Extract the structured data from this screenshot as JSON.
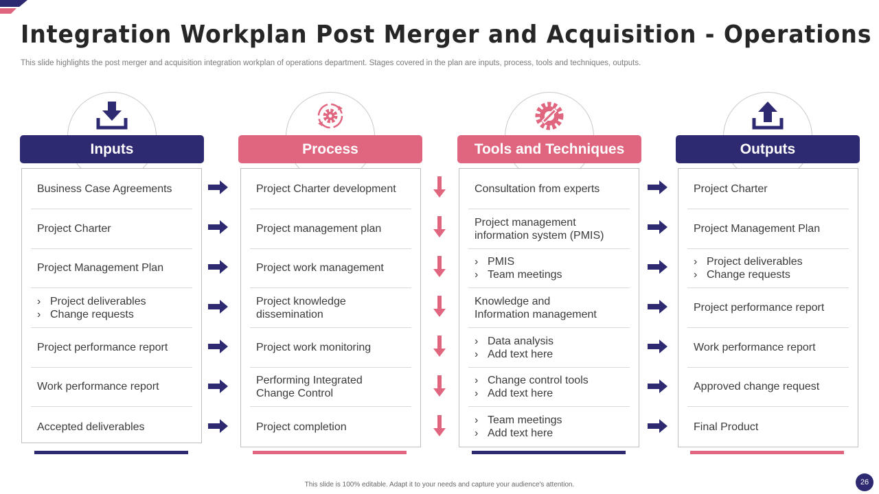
{
  "title": "Integration Workplan Post Merger and Acquisition - Operations",
  "subtitle": "This slide highlights the post merger and acquisition integration workplan of operations department. Stages covered in the plan are inputs, process, tools and techniques, outputs.",
  "colors": {
    "navy": "#2e2a72",
    "pink": "#e06680"
  },
  "columns": [
    {
      "header": "Inputs",
      "icon": "download-icon",
      "rows": [
        {
          "lines": [
            "Business Case Agreements"
          ]
        },
        {
          "lines": [
            "Project Charter"
          ]
        },
        {
          "lines": [
            "Project Management Plan"
          ]
        },
        {
          "bullets": [
            "Project deliverables",
            "Change requests"
          ]
        },
        {
          "lines": [
            "Project performance report"
          ]
        },
        {
          "lines": [
            "Work performance report"
          ]
        },
        {
          "lines": [
            "Accepted deliverables"
          ]
        }
      ]
    },
    {
      "header": "Process",
      "icon": "gear-cycle-icon",
      "rows": [
        {
          "lines": [
            "Project Charter development"
          ]
        },
        {
          "lines": [
            "Project management plan"
          ]
        },
        {
          "lines": [
            "Project work management"
          ]
        },
        {
          "lines": [
            "Project knowledge",
            "dissemination"
          ]
        },
        {
          "lines": [
            "Project work monitoring"
          ]
        },
        {
          "lines": [
            "Performing Integrated",
            "Change Control"
          ]
        },
        {
          "lines": [
            "Project completion"
          ]
        }
      ]
    },
    {
      "header": "Tools and Techniques",
      "icon": "tools-gear-icon",
      "rows": [
        {
          "lines": [
            "Consultation from experts"
          ]
        },
        {
          "lines": [
            "Project management",
            "information system (PMIS)"
          ]
        },
        {
          "bullets": [
            "PMIS",
            "Team meetings"
          ]
        },
        {
          "lines": [
            "Knowledge and",
            "Information management"
          ]
        },
        {
          "bullets": [
            "Data analysis",
            "Add text here"
          ]
        },
        {
          "bullets": [
            "Change control tools",
            "Add text here"
          ]
        },
        {
          "bullets": [
            "Team meetings",
            "Add text here"
          ]
        }
      ]
    },
    {
      "header": "Outputs",
      "icon": "upload-icon",
      "rows": [
        {
          "lines": [
            "Project Charter"
          ]
        },
        {
          "lines": [
            "Project Management Plan"
          ]
        },
        {
          "bullets": [
            "Project deliverables",
            "Change requests"
          ]
        },
        {
          "lines": [
            "Project performance report"
          ]
        },
        {
          "lines": [
            "Work performance report"
          ]
        },
        {
          "lines": [
            "Approved change request"
          ]
        },
        {
          "lines": [
            "Final Product"
          ]
        }
      ]
    }
  ],
  "bullet_glyph": "›",
  "footer": "This slide is 100% editable. Adapt it to your needs and capture your audience's attention.",
  "page_number": "26"
}
